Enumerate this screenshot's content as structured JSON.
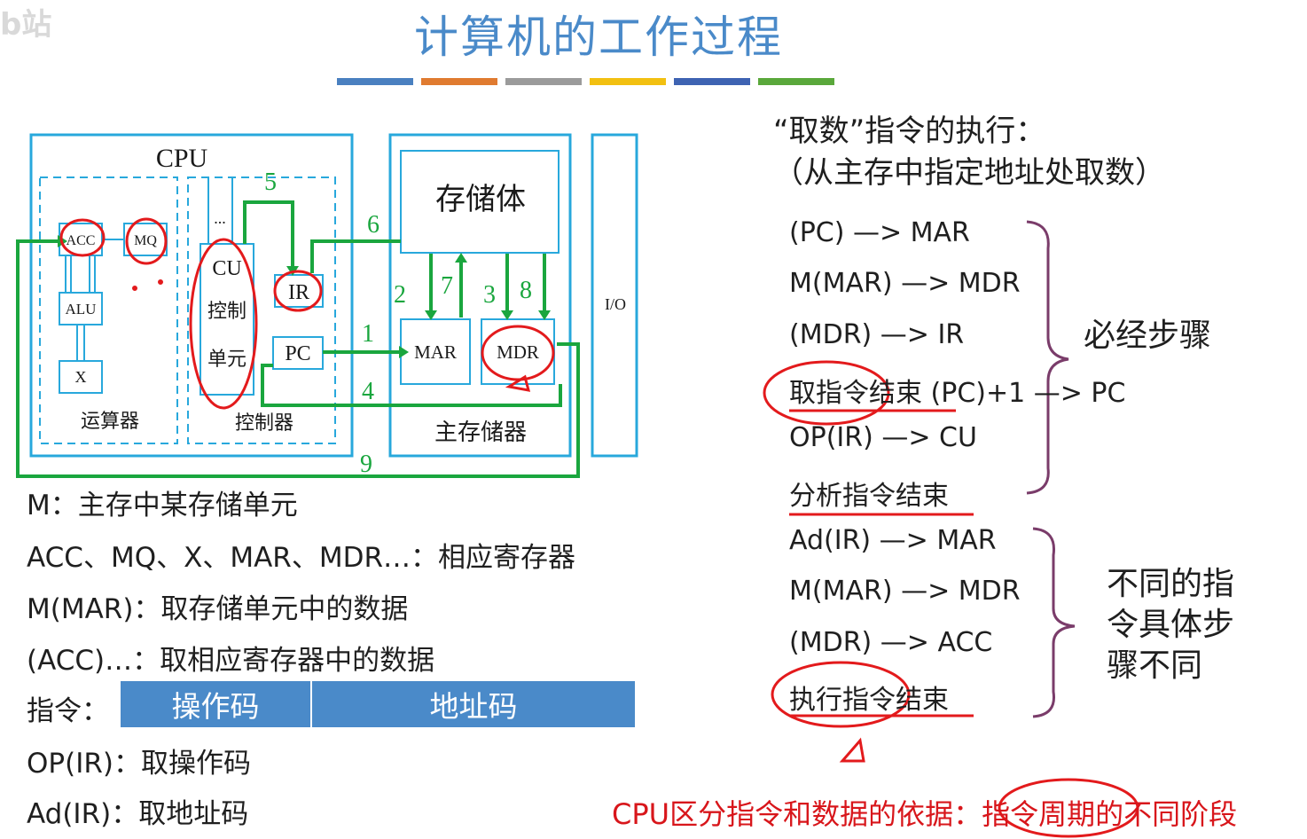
{
  "title": "计算机的工作过程",
  "stripe_colors": [
    "#4a80c0",
    "#e07b30",
    "#9b9b9b",
    "#f2c011",
    "#3e63b2",
    "#5aa83b"
  ],
  "diagram": {
    "cpu": "CPU",
    "acc": "ACC",
    "mq": "MQ",
    "alu": "ALU",
    "x": "X",
    "alu_unit": "运算器",
    "cu": "CU",
    "cu_line2": "控制",
    "cu_line3": "单元",
    "ir": "IR",
    "pc": "PC",
    "ellipsis": "...",
    "control_unit": "控制器",
    "storage_body": "存储体",
    "mar": "MAR",
    "mdr": "MDR",
    "main_memory": "主存储器",
    "io": "I/O",
    "steps": [
      "1",
      "2",
      "3",
      "4",
      "5",
      "6",
      "7",
      "8",
      "9"
    ]
  },
  "legend": {
    "m": "M：主存中某存储单元",
    "regs": "ACC、MQ、X、MAR、MDR…：相应寄存器",
    "m_mar": "M(MAR)：取存储单元中的数据",
    "acc": "(ACC)…：取相应寄存器中的数据",
    "instr_label": "指令：",
    "opcode": "操作码",
    "addrcode": "地址码",
    "op_ir": "OP(IR)：取操作码",
    "ad_ir": "Ad(IR)：取地址码"
  },
  "fetch": {
    "heading": "“取数”指令的执行：",
    "subheading": "（从主存中指定地址处取数）",
    "steps": [
      "(PC) —> MAR",
      "M(MAR) —> MDR",
      "(MDR) —> IR",
      "取指令结束 (PC)+1 —> PC",
      "OP(IR) —> CU",
      "分析指令结束",
      "Ad(IR) —> MAR",
      "M(MAR) —> MDR",
      "(MDR) —> ACC",
      "执行指令结束"
    ],
    "required_label": "必经步骤",
    "different_label": [
      "不同的指",
      "令具体步",
      "骤不同"
    ]
  },
  "basis": "CPU区分指令和数据的依据：指令周期的不同阶段",
  "watermark": "b站"
}
